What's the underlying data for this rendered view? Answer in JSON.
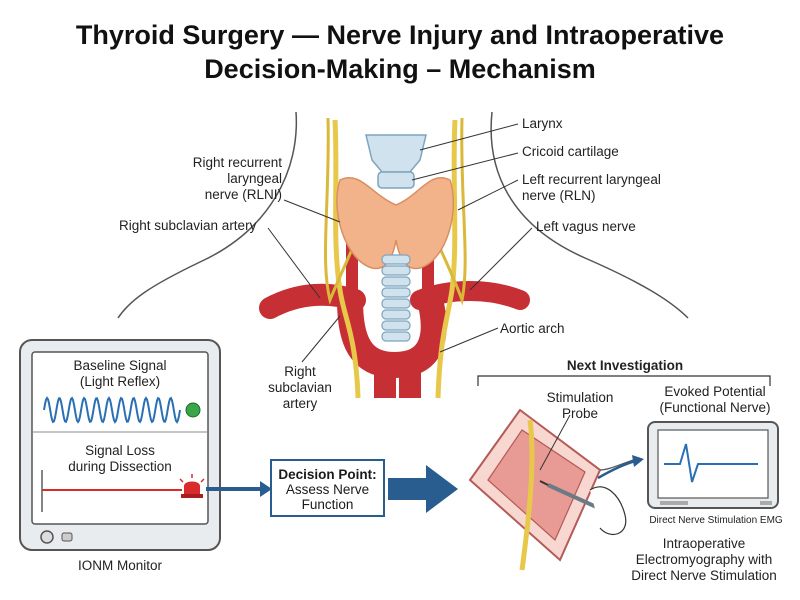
{
  "title": {
    "line1": "Thyroid Surgery — Nerve Injury and Intraoperative",
    "line2": "Decision-Making – Mechanism"
  },
  "anatomy_labels": {
    "larynx": "Larynx",
    "cricoid": "Cricoid cartilage",
    "left_rln_1": "Left recurrent laryngeal",
    "left_rln_2": "nerve  (RLN)",
    "left_vagus": "Left vagus nerve",
    "aortic_arch": "Aortic arch",
    "right_rln_1": "Right recurrent",
    "right_rln_2": "laryngeal",
    "right_rln_3": "nerve  (RLNI)",
    "right_subclavian_top": "Right subclavian artery",
    "right_subclavian_1": "Right",
    "right_subclavian_2": "subclavian",
    "right_subclavian_3": "artery"
  },
  "monitor": {
    "baseline_1": "Baseline Signal",
    "baseline_2": "(Light Reflex)",
    "loss_1": "Signal Loss",
    "loss_2": "during Dissection",
    "caption": "IONM Monitor",
    "colors": {
      "wave": "#2a6fb5",
      "ok_light": "#3aa64a",
      "alarm": "#d92b2b"
    }
  },
  "decision": {
    "title": "Decision Point:",
    "line1": "Assess Nerve",
    "line2": "Function"
  },
  "investigation": {
    "header": "Next Investigation",
    "probe_1": "Stimulation",
    "probe_2": "Probe",
    "evoked_1": "Evoked Potential",
    "evoked_2": "(Functional Nerve)",
    "emg_caption": "Direct Nerve Stimulation EMG",
    "bottom_1": "Intraoperative",
    "bottom_2": "Electromyography with",
    "bottom_3": "Direct Nerve Stimulation"
  },
  "icons": [
    "arrow-right-icon",
    "alarm-light-icon",
    "status-light-icon",
    "stimulation-probe-icon",
    "power-button-icon"
  ]
}
